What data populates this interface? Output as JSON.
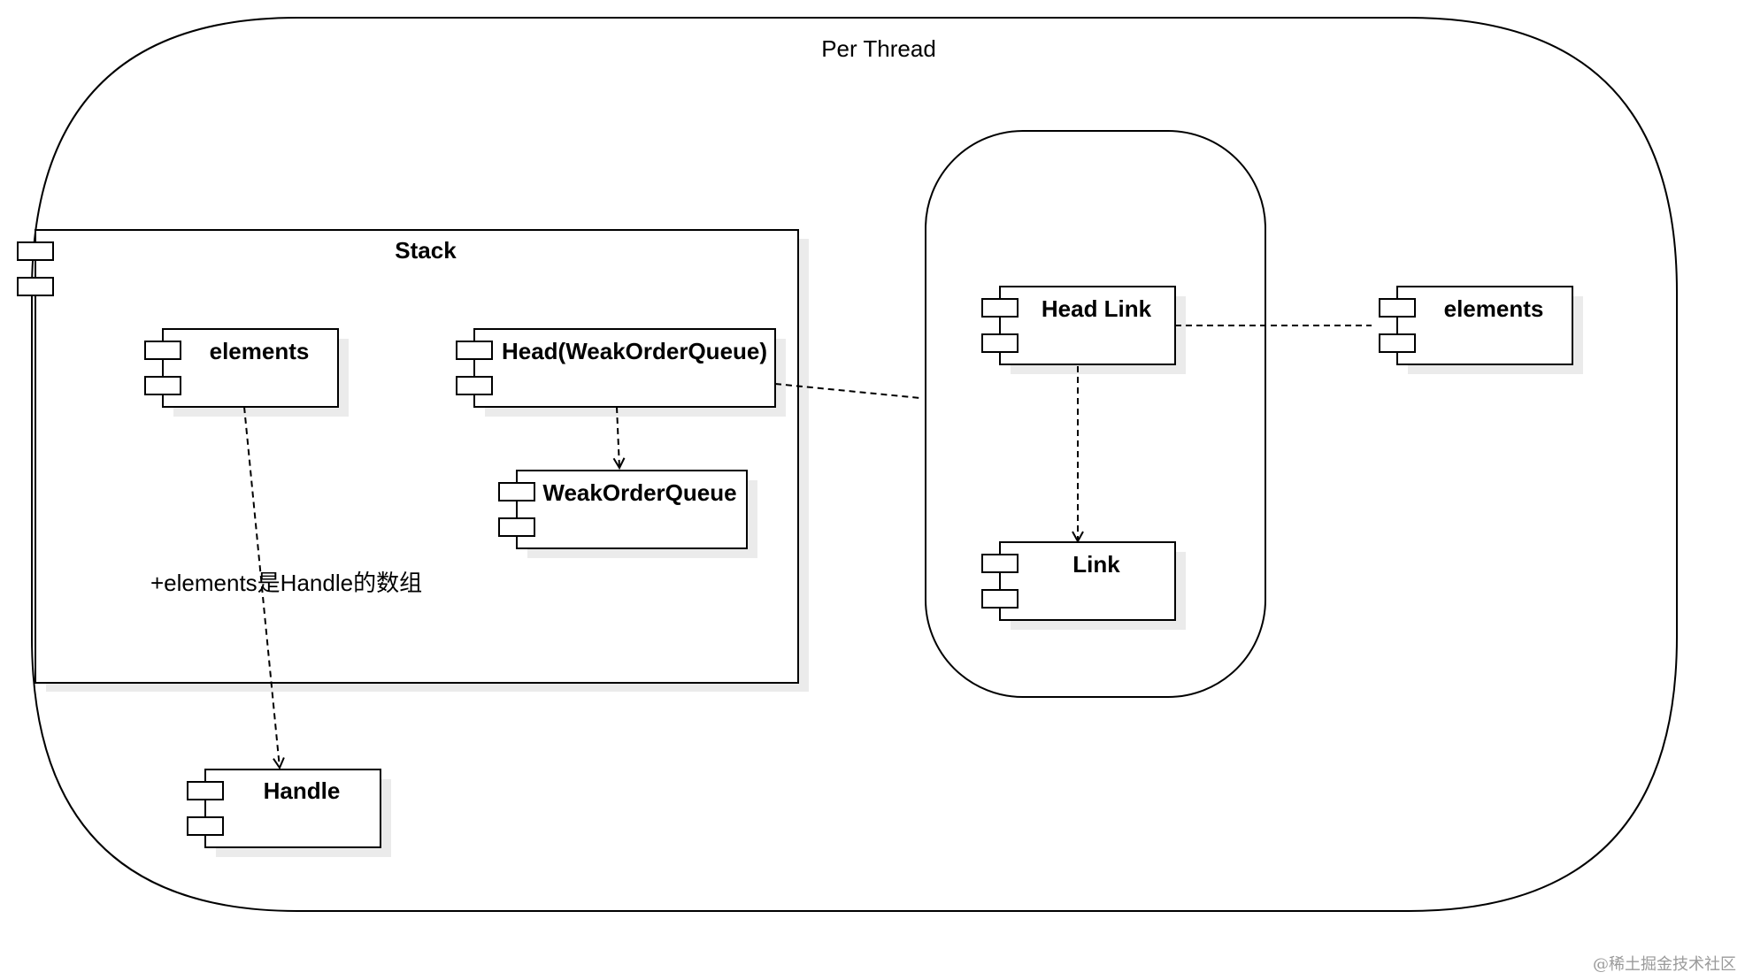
{
  "per_thread": {
    "label": "Per Thread"
  },
  "stack": {
    "label": "Stack"
  },
  "components": {
    "stack_elements": "elements",
    "head": "Head(WeakOrderQueue)",
    "weak_order_queue": "WeakOrderQueue",
    "handle": "Handle",
    "head_link": "Head Link",
    "link": "Link",
    "elements_right": "elements"
  },
  "annotation": "+elements是Handle的数组",
  "watermark": "@稀土掘金技术社区"
}
